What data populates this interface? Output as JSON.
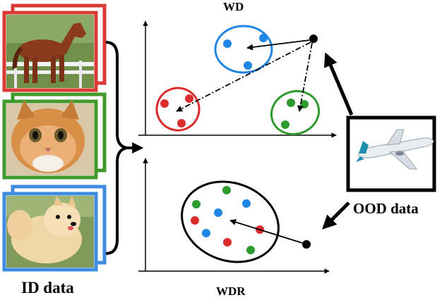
{
  "labels": {
    "top_plot": "WD",
    "bottom_plot": "WDR",
    "id_data": "ID data",
    "ood_data": "OOD data"
  },
  "images": [
    {
      "name": "horse-image",
      "subject": "horse",
      "frame_color": "#d93a34"
    },
    {
      "name": "cat-image",
      "subject": "cat",
      "frame_color": "#3f9a2a"
    },
    {
      "name": "dog-image",
      "subject": "dog",
      "frame_color": "#3d8ce0"
    },
    {
      "name": "airplane-image",
      "subject": "airplane",
      "frame_color": "#000000"
    }
  ],
  "colors": {
    "red": "#dc2b2b",
    "green": "#2c9a2c",
    "blue": "#1f86e6",
    "black": "#000000"
  }
}
